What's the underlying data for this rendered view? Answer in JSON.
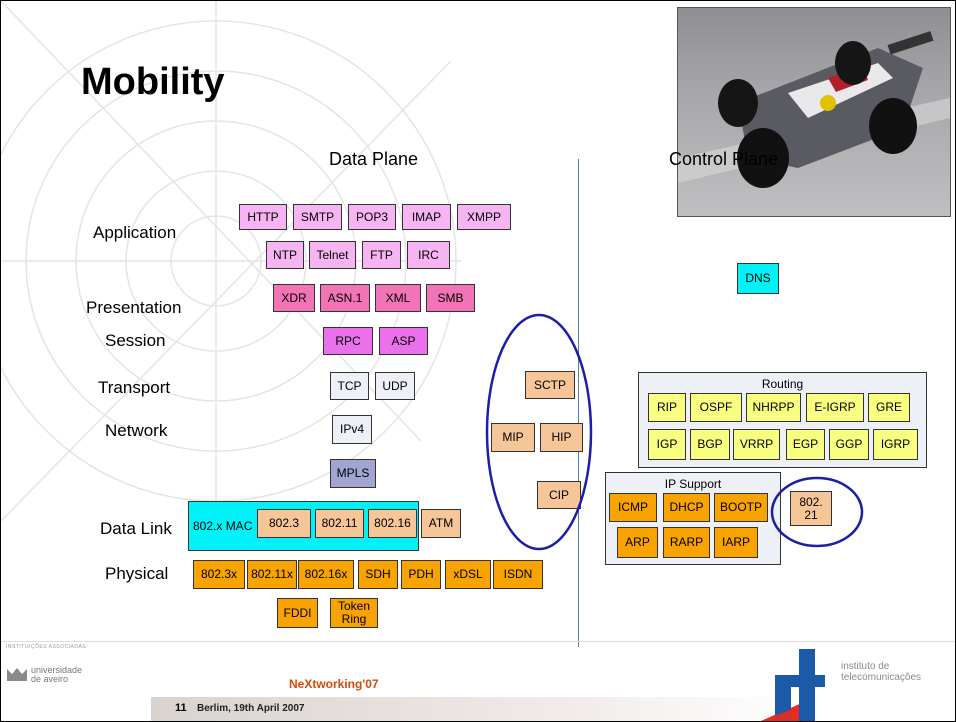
{
  "slide": {
    "title": "Mobility",
    "data_plane": "Data Plane",
    "control_plane": "Control Plane"
  },
  "layers": {
    "application": "Application",
    "presentation": "Presentation",
    "session": "Session",
    "transport": "Transport",
    "network": "Network",
    "data_link": "Data Link",
    "physical": "Physical"
  },
  "protocols": {
    "http": "HTTP",
    "smtp": "SMTP",
    "pop3": "POP3",
    "imap": "IMAP",
    "xmpp": "XMPP",
    "ntp": "NTP",
    "telnet": "Telnet",
    "ftp": "FTP",
    "irc": "IRC",
    "xdr": "XDR",
    "asn1": "ASN.1",
    "xml": "XML",
    "smb": "SMB",
    "rpc": "RPC",
    "asp": "ASP",
    "tcp": "TCP",
    "udp": "UDP",
    "ipv4": "IPv4",
    "mpls": "MPLS",
    "sctp": "SCTP",
    "mip": "MIP",
    "hip": "HIP",
    "cip": "CIP",
    "mac": "802.x MAC",
    "p8023": "802.3",
    "p80211": "802.11",
    "p80216": "802.16",
    "atm": "ATM",
    "p8023x": "802.3x",
    "p80211x": "802.11x",
    "p80216x": "802.16x",
    "sdh": "SDH",
    "pdh": "PDH",
    "xdsl": "xDSL",
    "isdn": "ISDN",
    "fddi": "FDDI",
    "token_ring": "Token Ring",
    "dns": "DNS",
    "routing": "Routing",
    "rip": "RIP",
    "ospf": "OSPF",
    "nhrpp": "NHRPP",
    "eigrp": "E-IGRP",
    "gre": "GRE",
    "igp": "IGP",
    "bgp": "BGP",
    "vrrp": "VRRP",
    "egp": "EGP",
    "ggp": "GGP",
    "igrp": "IGRP",
    "ip_support": "IP Support",
    "icmp": "ICMP",
    "dhcp": "DHCP",
    "bootp": "BOOTP",
    "arp": "ARP",
    "rarp": "RARP",
    "iarp": "IARP",
    "p80221": "802. 21"
  },
  "footer": {
    "conference": "NeXtworking'07",
    "slide_number": "11",
    "date": "Berlim, 19th April 2007",
    "left_caption": "INSTITUIÇÕES ASSOCIADAS:",
    "univ_line1": "universidade",
    "univ_line2": "de aveiro",
    "inst_line1": "instituto de",
    "inst_line2": "telecomunicações",
    "it_logo": "it"
  }
}
